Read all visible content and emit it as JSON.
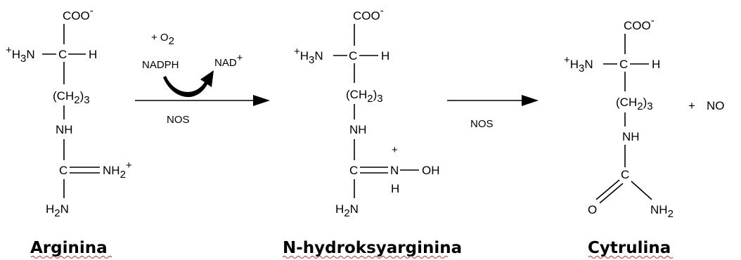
{
  "arginine": {
    "coo": "COO",
    "coo_charge": "-",
    "h3n_plus": "+",
    "h3n": "H",
    "h3n_sub": "3",
    "h3n_n": "N",
    "c": "C",
    "h": "H",
    "ch2_open": "(CH",
    "ch2_sub": "2",
    "ch2_close": ")",
    "ch2_count": "3",
    "nh": "NH",
    "c2": "C",
    "nh2": "NH",
    "nh2_sub": "2",
    "nh2_plus": "+",
    "h2n": "H",
    "h2n_sub": "2",
    "h2n_n": "N",
    "name": "Arginina"
  },
  "step1": {
    "plus_o2": "+ O",
    "o2_sub": "2",
    "nadph": "NADPH",
    "nad": "NAD",
    "nad_plus": "+",
    "enzyme": "NOS"
  },
  "nhydroxy": {
    "coo": "COO",
    "coo_charge": "-",
    "h3n_plus": "+",
    "h3n": "H",
    "h3n_sub": "3",
    "h3n_n": "N",
    "c": "C",
    "h": "H",
    "ch2_open": "(CH",
    "ch2_sub": "2",
    "ch2_close": ")",
    "ch2_count": "3",
    "nh": "NH",
    "c2": "C",
    "n_plus": "+",
    "n": "N",
    "oh": "OH",
    "n_h": "H",
    "h2n": "H",
    "h2n_sub": "2",
    "h2n_n": "N",
    "name": "N-hydroksyarginina"
  },
  "step2": {
    "enzyme": "NOS"
  },
  "citrulline": {
    "coo": "COO",
    "coo_charge": "-",
    "h3n_plus": "+",
    "h3n": "H",
    "h3n_sub": "3",
    "h3n_n": "N",
    "c": "C",
    "h": "H",
    "ch2_open": "(CH",
    "ch2_sub": "2",
    "ch2_close": ")",
    "ch2_count": "3",
    "nh": "NH",
    "c2": "C",
    "o": "O",
    "nh2": "NH",
    "nh2_sub": "2",
    "name": "Cytrulina"
  },
  "product": {
    "plus": "+",
    "no": "NO"
  },
  "colors": {
    "text": "#000000",
    "spellcheck_underline": "#c0504d"
  }
}
